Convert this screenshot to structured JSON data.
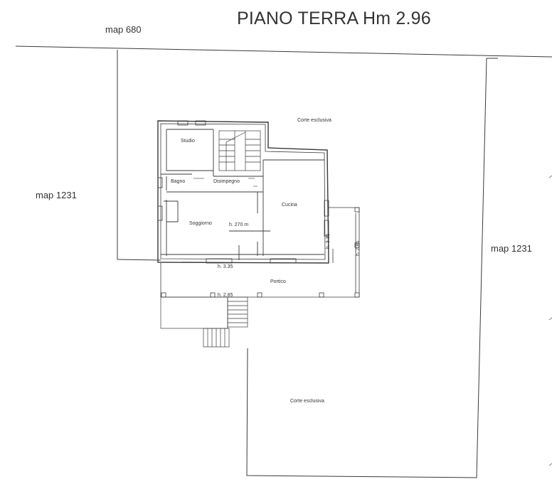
{
  "title": "PIANO TERRA Hm 2.96",
  "map_labels": {
    "top": "map 680",
    "left": "map 1231",
    "right": "map 1231"
  },
  "rooms": {
    "studio": "Studio",
    "bagno": "Bagno",
    "disimpegno": "Disimpegno",
    "cucina": "Cucina",
    "soggiorno": "Soggiorno",
    "portico": "Portico",
    "corte_top": "Corte esclusiva",
    "corte_bottom": "Corte esclusiva"
  },
  "dimensions": {
    "ceiling_soggiorno": "h. 270 m",
    "h_335_bottom": "h. 3.35",
    "h_335_right": "h. 3.35",
    "h_285_right": "h. 2.85",
    "h_285_porch": "h. 2.85"
  }
}
